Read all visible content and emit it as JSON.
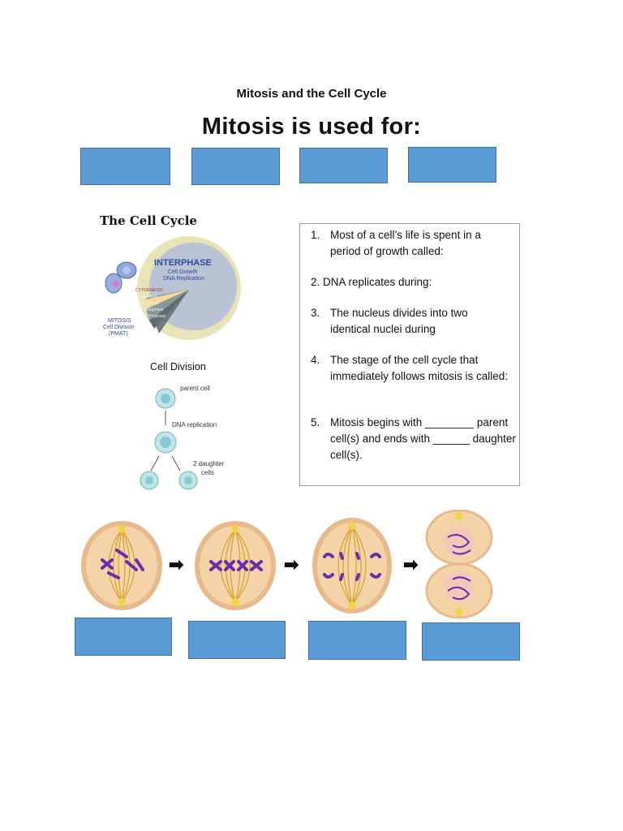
{
  "header": {
    "title": "Mitosis and the Cell Cycle",
    "heading": "Mitosis is used for:"
  },
  "cell_cycle": {
    "title": "The Cell Cycle",
    "interphase": "INTERPHASE",
    "interphase_sub1": "Cell Growth",
    "interphase_sub2": "DNA Replication",
    "cytokinesis": "CYTOKINESIS",
    "phases": [
      "Telophase",
      "Anaphase",
      "Metaphase",
      "Prophase"
    ],
    "mitosis_label1": "MITOSIS",
    "mitosis_label2": "Cell Division",
    "mitosis_label3": "(PMAT)"
  },
  "cell_division": {
    "title": "Cell Division",
    "parent": "parent cell",
    "replication": "DNA replication",
    "daughter1": "2 daughter",
    "daughter2": "cells"
  },
  "questions": [
    {
      "num": "1.",
      "text": "Most of a cell’s life is spent in a period of growth called:"
    },
    {
      "num": "2.",
      "text": "DNA replicates during:"
    },
    {
      "num": "3.",
      "text": "The nucleus divides into two identical nuclei during"
    },
    {
      "num": "4.",
      "text": "The stage of the cell cycle that immediately follows mitosis is called:"
    },
    {
      "num": "5.",
      "text": " Mitosis begins with ________ parent cell(s) and ends with ______ daughter cell(s)."
    }
  ],
  "colors": {
    "blank_box": "#5b9bd5",
    "cell_fill": "#f3c99a",
    "chromosome": "#6a2ca8",
    "spindle": "#d4a22a"
  }
}
